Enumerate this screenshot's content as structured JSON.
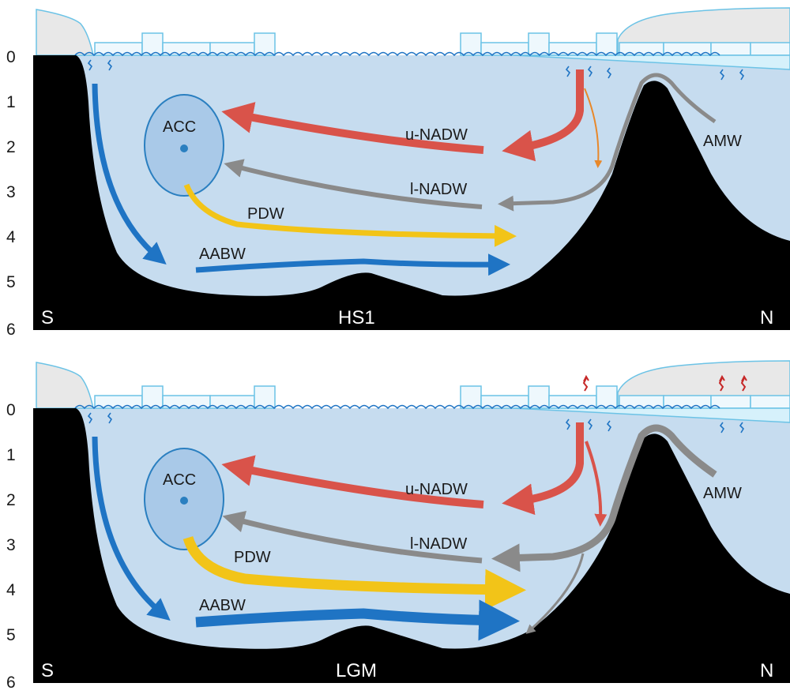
{
  "depth_ticks": [
    "0",
    "1",
    "2",
    "3",
    "4",
    "5",
    "6"
  ],
  "panels": [
    {
      "id": "hs1",
      "name": "HS1",
      "south": "S",
      "north": "N",
      "labels": {
        "acc": "ACC",
        "u_nadw": "u-NADW",
        "l_nadw": "l-NADW",
        "pdw": "PDW",
        "aabw": "AABW",
        "amw": "AMW"
      }
    },
    {
      "id": "lgm",
      "name": "LGM",
      "south": "S",
      "north": "N",
      "labels": {
        "acc": "ACC",
        "u_nadw": "u-NADW",
        "l_nadw": "l-NADW",
        "pdw": "PDW",
        "aabw": "AABW",
        "amw": "AMW"
      }
    }
  ],
  "colors": {
    "ocean": "#c6dcef",
    "bathymetry": "#000000",
    "ice": "#e8e8e8",
    "ice_outline": "#6cc3e6",
    "u_nadw": "#d9534a",
    "l_nadw": "#8a8a8a",
    "pdw": "#f2c418",
    "aabw": "#1f74c4",
    "acc_fill": "#9bc2e6",
    "melt": "#c62828"
  }
}
